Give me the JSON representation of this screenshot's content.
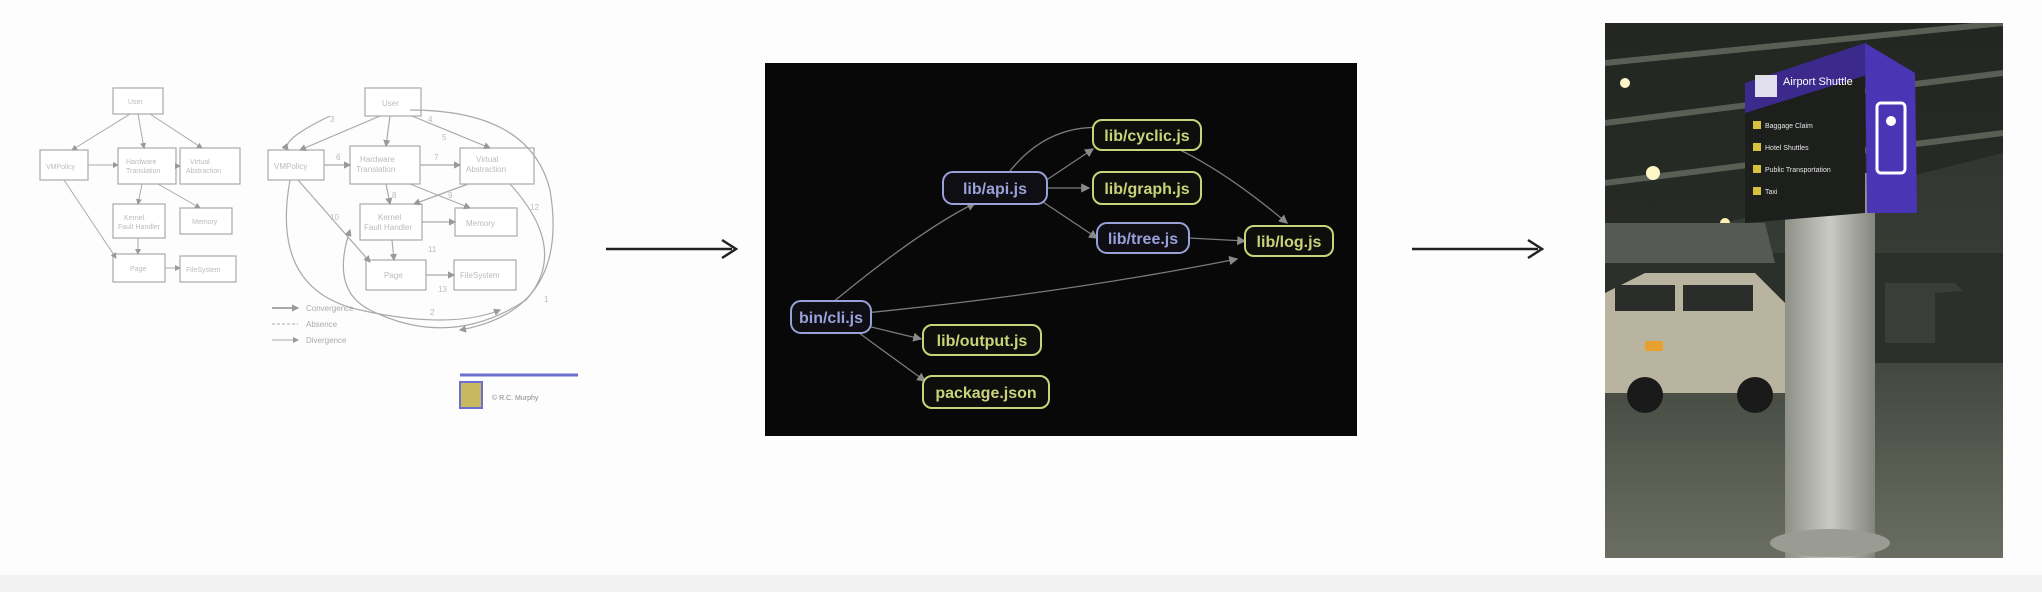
{
  "left": {
    "small_graph": {
      "nodes": [
        "User",
        "VMPolicy",
        "Hardware Translation",
        "Virtual Abstraction",
        "Kernel Fault Handler",
        "Memory",
        "Page",
        "FileSystem"
      ]
    },
    "big_graph": {
      "nodes": [
        "User",
        "VMPolicy",
        "Hardware Translation",
        "Virtual Abstraction",
        "Kernel Fault Handler",
        "Memory",
        "Page",
        "FileSystem"
      ],
      "edge_numbers": [
        "3",
        "4",
        "5",
        "6",
        "7",
        "8",
        "9",
        "10",
        "11",
        "12",
        "13",
        "2",
        "1"
      ]
    },
    "legend": [
      "Convergence",
      "Absence",
      "Divergence"
    ],
    "footer": "© R.C. Murphy"
  },
  "middle": {
    "nodes": [
      {
        "label": "lib/cyclic.js",
        "tone": "green"
      },
      {
        "label": "lib/api.js",
        "tone": "purple"
      },
      {
        "label": "lib/graph.js",
        "tone": "green"
      },
      {
        "label": "lib/tree.js",
        "tone": "purple"
      },
      {
        "label": "lib/log.js",
        "tone": "green"
      },
      {
        "label": "bin/cli.js",
        "tone": "purple"
      },
      {
        "label": "lib/output.js",
        "tone": "green"
      },
      {
        "label": "package.json",
        "tone": "green"
      }
    ]
  },
  "photo": {
    "sign_title": "Airport Shuttle",
    "sign_lines": [
      "Baggage Claim",
      "Hotel Shuttles",
      "Public Transportation",
      "Taxi"
    ]
  },
  "colors": {
    "green": "#c9d47a",
    "purple": "#9aa0d8",
    "sign": "#3b2a8c"
  }
}
